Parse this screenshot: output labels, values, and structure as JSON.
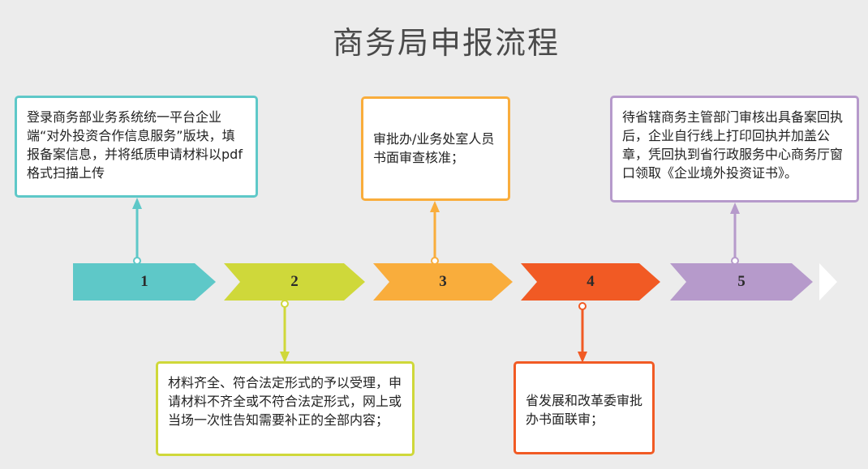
{
  "title": "商务局申报流程",
  "steps": [
    {
      "num": "1",
      "color": "#5ec8c8",
      "text": "登录商务部业务系统统一平台企业端“对外投资合作信息服务”版块，填报备案信息，并将纸质申请材料以pdf格式扫描上传"
    },
    {
      "num": "2",
      "color": "#cfd83a",
      "text": "材料齐全、符合法定形式的予以受理，申请材料不齐全或不符合法定形式，网上或当场一次性告知需要补正的全部内容；"
    },
    {
      "num": "3",
      "color": "#f9ad3c",
      "text": "审批办/业务处室人员书面审查核准；"
    },
    {
      "num": "4",
      "color": "#f15a24",
      "text": "省发展和改革委审批办书面联审；"
    },
    {
      "num": "5",
      "color": "#b69acb",
      "text": "待省辖商务主管部门审核出具备案回执后，企业自行线上打印回执并加盖公章，凭回执到省行政服务中心商务厅窗口领取《企业境外投资证书》。"
    }
  ]
}
